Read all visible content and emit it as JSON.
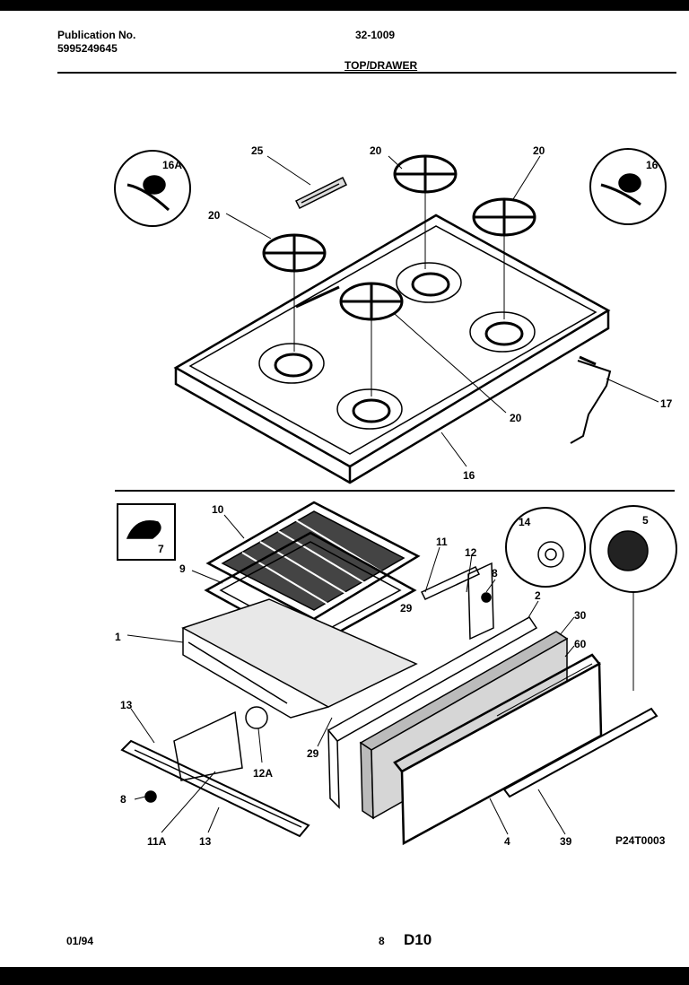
{
  "header": {
    "publication_label": "Publication No.",
    "publication_number": "5995249645",
    "model": "32-1009",
    "section_title": "TOP/DRAWER"
  },
  "footer": {
    "date": "01/94",
    "page": "8",
    "code": "D10"
  },
  "diagram_code": "P24T0003",
  "callouts": {
    "top_insert_left": "16A",
    "top_insert_right": "16",
    "pan_handle_insert": "7",
    "knob_insert": "14",
    "dial_insert": "5"
  },
  "part_labels": {
    "bracket_25": "25",
    "grate_20_top": "20",
    "grate_20_right": "20",
    "grate_20_left": "20",
    "grate_20_lower": "20",
    "cooktop_16": "16",
    "rod_17": "17",
    "grid_10": "10",
    "pan_9": "9",
    "rail_11": "11",
    "bracket_12": "12",
    "screw_8_upper": "8",
    "panel_2": "2",
    "insulation_30": "30",
    "gasket_60": "60",
    "clip_29_upper": "29",
    "frame_1": "1",
    "slide_13_upper": "13",
    "bracket_12A": "12A",
    "clip_29_lower": "29",
    "screw_8_lower": "8",
    "slide_11A": "11A",
    "slide_13_lower": "13",
    "door_4": "4",
    "handle_39": "39"
  }
}
